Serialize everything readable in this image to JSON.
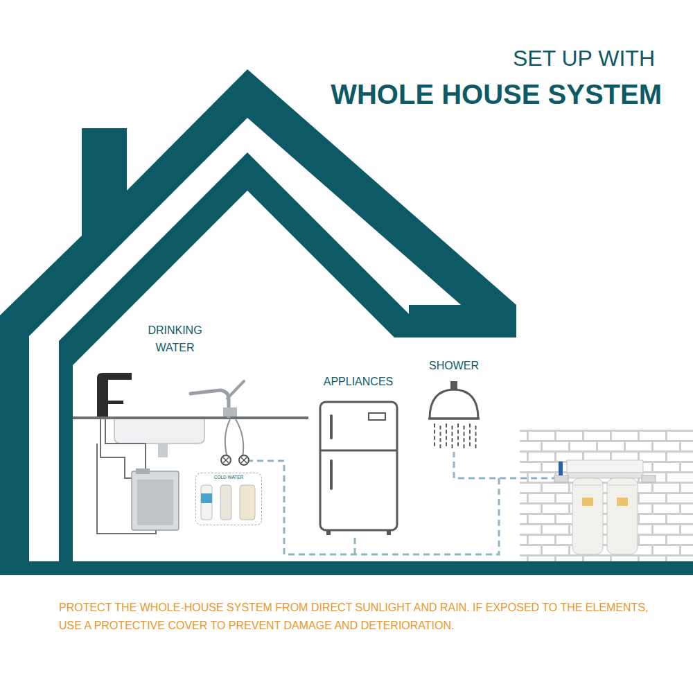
{
  "diagram": {
    "title": "WHOLE HOUSE SYSTEM",
    "caption": "PROTECT THE WHOLE-HOUSE SYSTEM FROM DIRECT SUNLIGHT AND RAIN. IF EXPOSED TO THE ELEMENTS, USE A PROTECTIVE COVER TO PREVENT DAMAGE AND DETERIORATION.",
    "nodes": [
      {
        "text": [
          "DRINKING WATER"
        ]
      },
      {
        "text": [
          "COLD WATER"
        ],
        "in": 0
      },
      {
        "text": [
          "APPLIANCES"
        ]
      },
      {
        "text": [
          "SHOWER"
        ]
      }
    ],
    "labels": [
      "SET UP WITH"
    ]
  }
}
